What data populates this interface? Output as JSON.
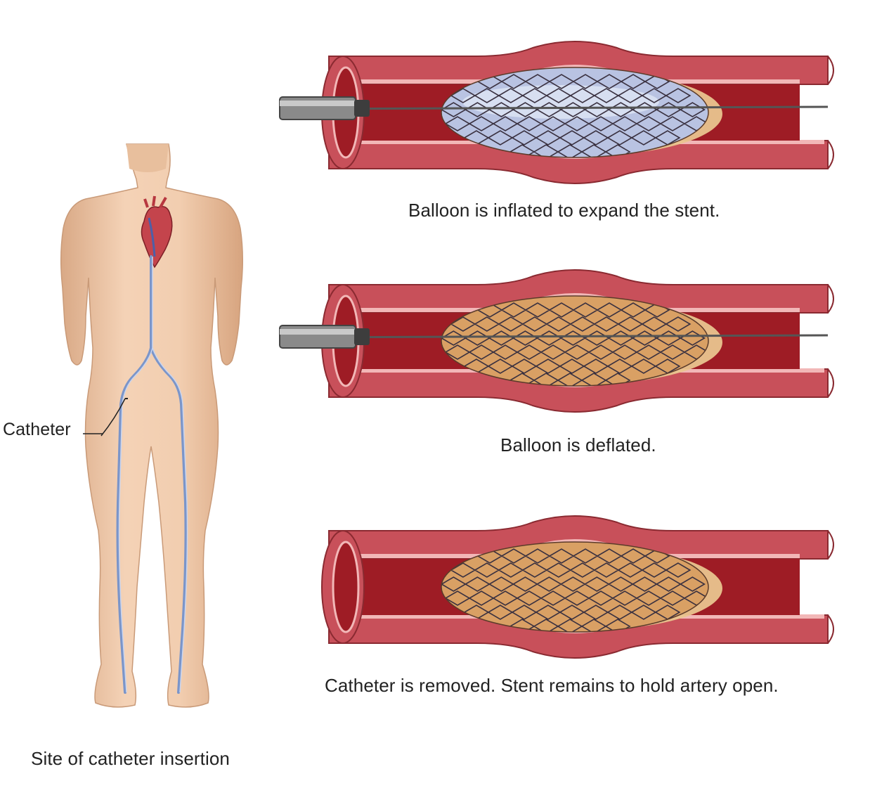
{
  "labels": {
    "catheter": "Catheter",
    "site": "Site of catheter insertion"
  },
  "steps": [
    {
      "caption": "Balloon is inflated to expand the stent.",
      "balloon": "inflated",
      "catheter_present": true
    },
    {
      "caption": "Balloon is deflated.",
      "balloon": "deflated",
      "catheter_present": true
    },
    {
      "caption": "Catheter is removed. Stent remains to hold artery open.",
      "balloon": "none",
      "catheter_present": false
    }
  ],
  "colors": {
    "artery_wall": "#c8505a",
    "artery_light": "#f2b7b7",
    "lumen": "#9e1c25",
    "plaque": "#e9c48e",
    "stent_mesh": "#3a3140",
    "balloon": "#b9c3e2",
    "skin": "#efc8a8",
    "vessel_blue": "#7b95c9",
    "catheter_gray": "#8a8a8a"
  }
}
